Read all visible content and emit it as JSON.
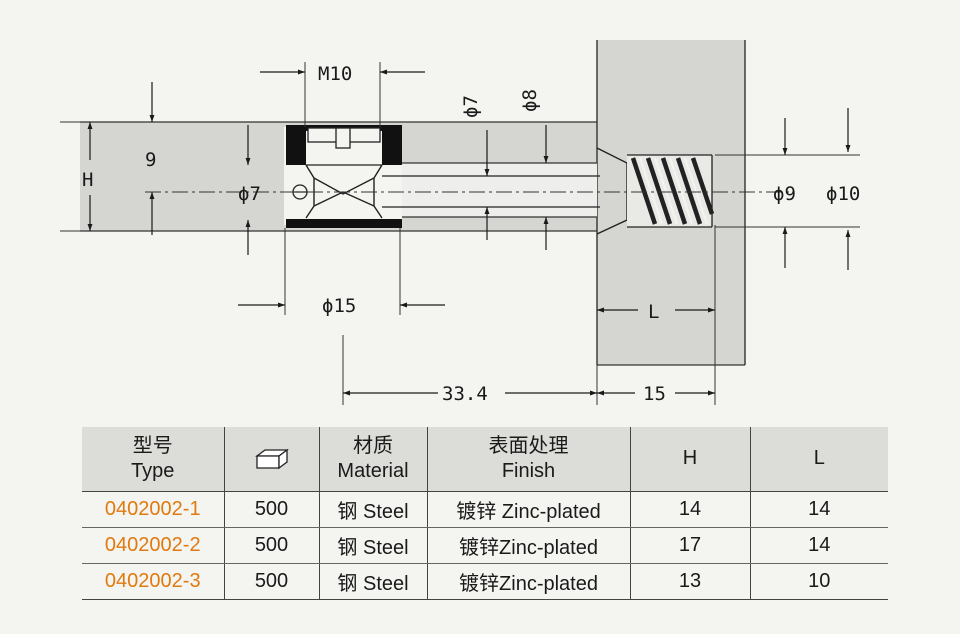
{
  "drawing": {
    "labels": {
      "m10": "M10",
      "h": "H",
      "nine": "9",
      "phi7_left": "ϕ7",
      "phi7_top": "ϕ7",
      "phi8_top": "ϕ8",
      "phi15": "ϕ15",
      "phi9": "ϕ9",
      "phi10": "ϕ10",
      "l": "L",
      "len334": "33.4",
      "len15": "15"
    }
  },
  "table": {
    "headers": {
      "type_cn": "型号",
      "type_en": "Type",
      "material_cn": "材质",
      "material_en": "Material",
      "finish_cn": "表面处理",
      "finish_en": "Finish",
      "h": "H",
      "l": "L"
    },
    "quantity_icon": "box-icon",
    "rows": [
      {
        "type": "0402002-1",
        "qty": "500",
        "material": "钢 Steel",
        "finish": "镀锌 Zinc-plated",
        "h": "14",
        "l": "14"
      },
      {
        "type": "0402002-2",
        "qty": "500",
        "material": "钢 Steel",
        "finish": "镀锌Zinc-plated",
        "h": "17",
        "l": "14"
      },
      {
        "type": "0402002-3",
        "qty": "500",
        "material": "钢 Steel",
        "finish": "镀锌Zinc-plated",
        "h": "13",
        "l": "10"
      }
    ]
  },
  "colors": {
    "type_code": "#e07a10",
    "header_bg": "#dcdcd9",
    "panel": "#d5d5d2"
  }
}
